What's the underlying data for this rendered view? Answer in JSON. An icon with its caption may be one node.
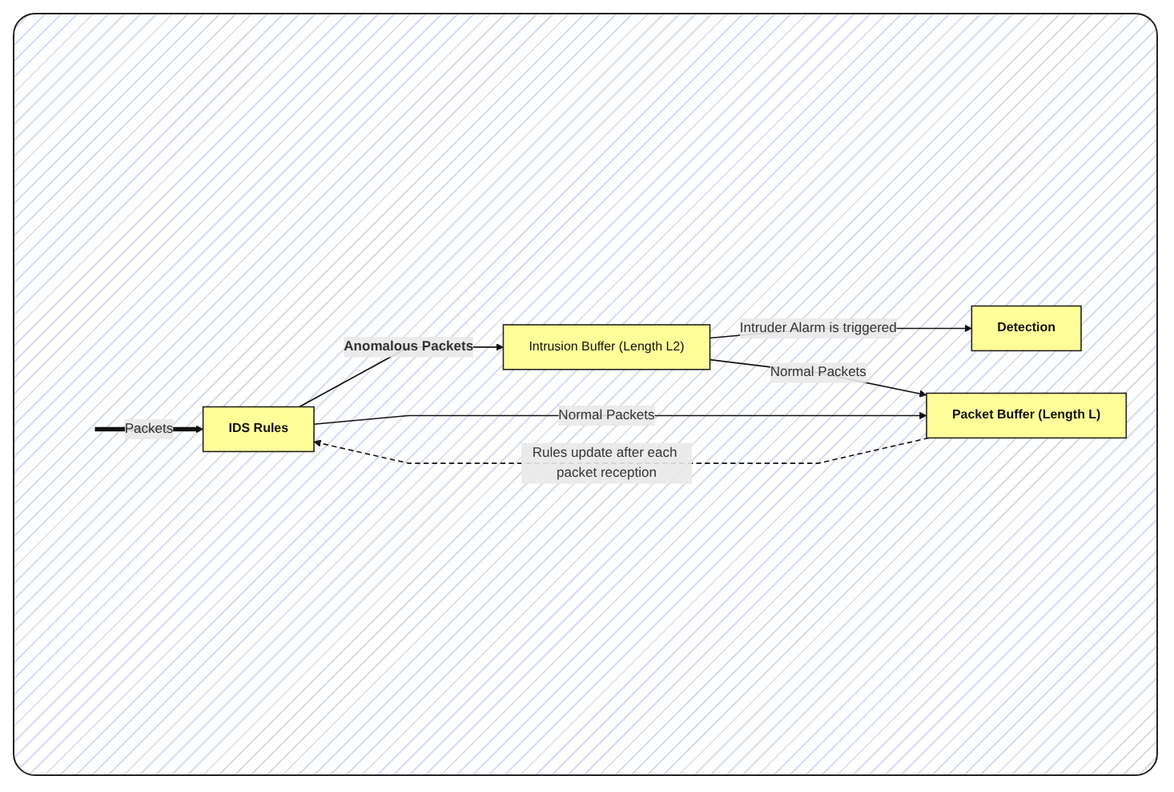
{
  "diagram": {
    "nodes": [
      {
        "text": [
          "IDS Rules"
        ]
      },
      {
        "text": [
          "Intrusion Buffer (Length L2)"
        ]
      },
      {
        "text": [
          "Detection"
        ]
      },
      {
        "text": [
          "Packet Buffer (Length L)"
        ]
      }
    ],
    "edges": [
      {
        "from": null,
        "to": 0,
        "arrow": "to",
        "style": "thick",
        "label": "Packets"
      },
      {
        "from": 0,
        "to": 1,
        "arrow": "to",
        "label": "Anomalous Packets"
      },
      {
        "from": 1,
        "to": 2,
        "arrow": "to",
        "label": "Intruder Alarm is triggered"
      },
      {
        "from": 1,
        "to": 3,
        "arrow": "to",
        "label": "Normal Packets"
      },
      {
        "from": 0,
        "to": 3,
        "arrow": "to",
        "label": "Normal Packets"
      },
      {
        "from": 3,
        "to": 0,
        "arrow": "to",
        "style": "dashed",
        "label": "Rules update after each packet reception"
      }
    ]
  }
}
